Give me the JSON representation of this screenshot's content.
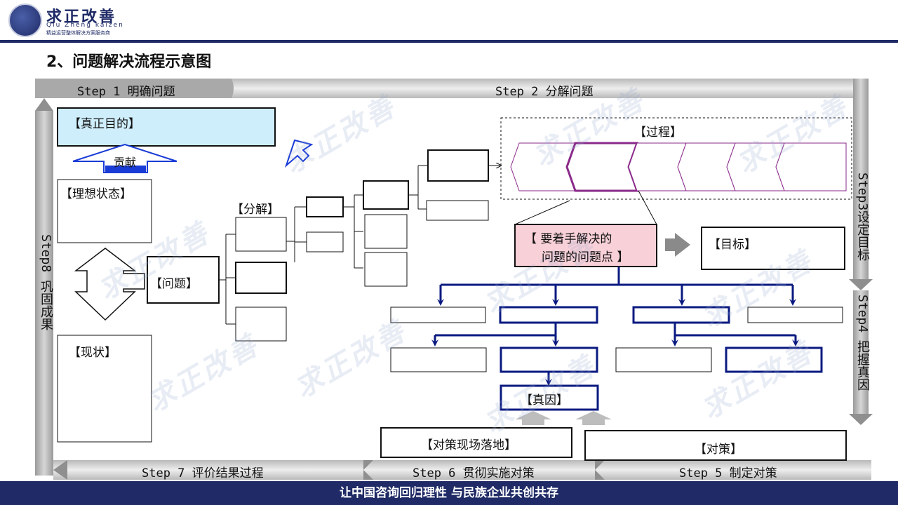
{
  "header": {
    "logo_title": "求正改善",
    "logo_subtitle": "Qiu Zheng kaizen",
    "logo_tagline": "精益运营整体解决方案服务商"
  },
  "page_title": "2、问题解决流程示意图",
  "steps": {
    "step1": "Step 1 明确问题",
    "step2": "Step 2 分解问题",
    "step3": "Step3设定目标",
    "step4": "Step4 把握真因",
    "step5": "Step 5 制定对策",
    "step6": "Step 6 贯彻实施对策",
    "step7": "Step 7 评价结果过程",
    "step8": "Step8 巩固成果"
  },
  "boxes": {
    "true_purpose": "【真正目的】",
    "contribution": "贡献",
    "ideal_state": "【理想状态】",
    "current_state": "【现状】",
    "problem": "【问题】",
    "decompose": "【分解】",
    "process": "【过程】",
    "focus_line1": "【 要着手解决的",
    "focus_line2": "问题的问题点 】",
    "target": "【目标】",
    "root_cause": "【真因】",
    "countermeasure_onsite": "【对策现场落地】",
    "countermeasure": "【对策】"
  },
  "watermark": "求正改善",
  "footer": {
    "slogan": "让中国咨询回归理性 与民族企业共创共存"
  },
  "colors": {
    "navy": "#1f2a66",
    "light_blue_fill": "#cfeefb",
    "pink_fill": "#f8d0d8",
    "process_purple": "#8a2a8a",
    "arrow_blue": "#0a1a80"
  }
}
